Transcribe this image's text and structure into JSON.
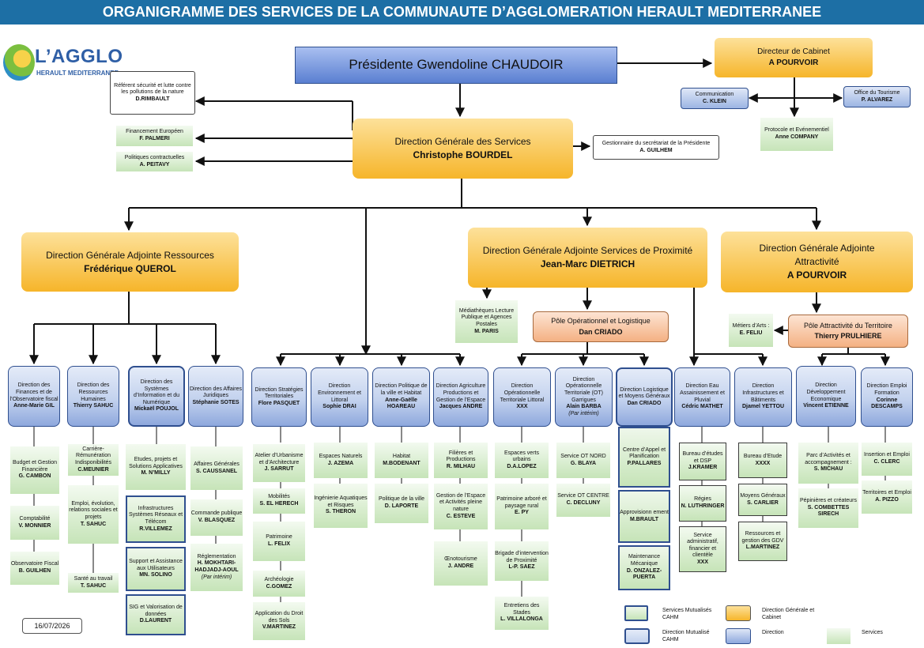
{
  "header": {
    "title": "ORGANIGRAMME DES SERVICES DE LA COMMUNAUTE D’AGGLOMERATION HERAULT MEDITERRANEE"
  },
  "logo": {
    "name": "L’AGGLO",
    "subtitle": "HERAULT MEDITERRANEE"
  },
  "colors": {
    "header": "#1d6fa5",
    "gold": "#f6b52a",
    "blue": "#8ea8dd",
    "green": "#c6e4b8",
    "peach": "#f4b183",
    "border_blue": "#2f4f8f"
  },
  "top": {
    "president": {
      "label": "Présidente Gwendoline CHAUDOIR"
    },
    "cabinet": {
      "title": "Directeur de Cabinet",
      "name": "A POURVOIR"
    },
    "communication": {
      "title": "Communication",
      "name": "C. KLEIN"
    },
    "tourisme": {
      "title": "Office du Tourisme",
      "name": "P. ALVAREZ"
    },
    "protocole": {
      "title": "Protocole et Evénementiel",
      "name": "Anne COMPANY"
    },
    "securite": {
      "title": "Référent sécurité et lutte contre les pollutions de la nature",
      "name": "D.RIMBAULT"
    },
    "financement": {
      "title": "Financement Européen",
      "name": "F. PALMERI"
    },
    "politiques": {
      "title": "Politiques contractuelles",
      "name": "A. PEITAVY"
    },
    "dgs": {
      "title": "Direction Générale des Services",
      "name": "Christophe BOURDEL"
    },
    "secretariat": {
      "title": "Gestionnaire du secrétariat de la Présidente",
      "name": "A. GUILHEM"
    }
  },
  "dga": {
    "ressources": {
      "title": "Direction Générale Adjointe Ressources",
      "name": "Frédérique QUEROL"
    },
    "proximite": {
      "title": "Direction Générale Adjointe Services de Proximité",
      "name": "Jean-Marc DIETRICH"
    },
    "attractivite": {
      "title": "Direction Générale Adjointe Attractivité",
      "name": "A POURVOIR"
    }
  },
  "poles": {
    "mediatheques": {
      "title": "Médiathèques Lecture Publique et Agences Postales",
      "name": "M. PARIS"
    },
    "operationnel": {
      "title": "Pôle Opérationnel et Logistique",
      "name": "Dan CRIADO"
    },
    "metiers": {
      "title": "Métiers d’Arts :",
      "name": "E. FELIU"
    },
    "attractivite": {
      "title": "Pôle Attractivité du Territoire",
      "name": "Thierry PRULHIERE"
    }
  },
  "directions": [
    {
      "title": "Direction des Finances et de l’Observatoire fiscal",
      "name": "Anne-Marie GIL",
      "sub": ""
    },
    {
      "title": "Direction des Ressources Humaines",
      "name": "Thierry SAHUC",
      "sub": ""
    },
    {
      "title": "Direction des Systèmes d’Information et du Numérique",
      "name": "Mickaël POUJOL",
      "sub": ""
    },
    {
      "title": "Direction des Affaires Juridiques",
      "name": "Stéphanie SOTES",
      "sub": ""
    },
    {
      "title": "Direction Stratégies Territoriales",
      "name": "Flore PASQUET",
      "sub": ""
    },
    {
      "title": "Direction Environnement et Littoral",
      "name": "Sophie DRAI",
      "sub": ""
    },
    {
      "title": "Direction Politique de la ville et Habitat",
      "name": "Anne-Gaëlle HOAREAU",
      "sub": ""
    },
    {
      "title": "Direction Agriculture Productions et Gestion de l’Espace",
      "name": "Jacques ANDRE",
      "sub": ""
    },
    {
      "title": "Direction Opérationnelle Territoriale Littoral",
      "name": "XXX",
      "sub": ""
    },
    {
      "title": "Direction Opérationnelle Territoriale (OT) Garrigues",
      "name": "Alain BARBA",
      "sub": "(Par intérim)"
    },
    {
      "title": "Direction Logistique et Moyens Généraux",
      "name": "Dan CRIADO",
      "sub": ""
    },
    {
      "title": "Direction Eau Assainissement et Pluvial",
      "name": "Cédric MATHET",
      "sub": ""
    },
    {
      "title": "Direction Infrastructures et Bâtiments",
      "name": "Djamel YETTOU",
      "sub": ""
    },
    {
      "title": "Direction Développement Economique",
      "name": "Vincent ETIENNE",
      "sub": ""
    },
    {
      "title": "Direction Emploi Formation",
      "name": "Corinne DESCAMPS",
      "sub": ""
    }
  ],
  "services": [
    {
      "title": "Budget et Gestion Financière",
      "name": "G. CAMBON",
      "sub": ""
    },
    {
      "title": "Comptabilité",
      "name": "V. MONNIER",
      "sub": ""
    },
    {
      "title": "Observatoire Fiscal",
      "name": "B. GUILHEN",
      "sub": ""
    },
    {
      "title": "Carrière- Rémunération Indisponibilités",
      "name": "C.MEUNIER",
      "sub": ""
    },
    {
      "title": "Emploi, évolution, relations sociales et projets",
      "name": "T. SAHUC",
      "sub": ""
    },
    {
      "title": "Santé au travail",
      "name": "T. SAHUC",
      "sub": ""
    },
    {
      "title": "Etudes, projets et Solutions Applicatives",
      "name": "M. N’MILLY",
      "sub": ""
    },
    {
      "title": "Infrastructures Systèmes Réseaux et Télécom",
      "name": "R.VILLEMEZ",
      "sub": ""
    },
    {
      "title": "Support et Assistance aux Utilisateurs",
      "name": "MN. SOLINO",
      "sub": ""
    },
    {
      "title": "SIG et Valorisation de données",
      "name": "D.LAURENT",
      "sub": ""
    },
    {
      "title": "Affaires Générales",
      "name": "S. CAUSSANEL",
      "sub": ""
    },
    {
      "title": "Commande publique",
      "name": "V. BLASQUEZ",
      "sub": ""
    },
    {
      "title": "Réglementation",
      "name": "H. MOKHTARI- HADJADJ-AOUL",
      "sub": "(Par intérim)"
    },
    {
      "title": "Atelier d’Urbanisme et d’Architecture",
      "name": "J. SARRUT",
      "sub": ""
    },
    {
      "title": "Mobilités",
      "name": "S. EL HERECH",
      "sub": ""
    },
    {
      "title": "Patrimoine",
      "name": "L. FELIX",
      "sub": ""
    },
    {
      "title": "Archéologie",
      "name": "C.GOMEZ",
      "sub": ""
    },
    {
      "title": "Application du Droit des Sols",
      "name": "V.MARTINEZ",
      "sub": ""
    },
    {
      "title": "Espaces Naturels",
      "name": "J. AZEMA",
      "sub": ""
    },
    {
      "title": "Ingénierie Aquatiques et Risques",
      "name": "S. THERON",
      "sub": ""
    },
    {
      "title": "Habitat",
      "name": "M.BODENANT",
      "sub": ""
    },
    {
      "title": "Politique de la ville",
      "name": "D. LAPORTE",
      "sub": ""
    },
    {
      "title": "Filières et Productions",
      "name": "R. MILHAU",
      "sub": ""
    },
    {
      "title": "Gestion de l’Espace et Activités pleine nature",
      "name": "C. ESTEVE",
      "sub": ""
    },
    {
      "title": "Œnotourisme",
      "name": "J. ANDRE",
      "sub": ""
    },
    {
      "title": "Espaces verts urbains",
      "name": "D.A.LOPEZ",
      "sub": ""
    },
    {
      "title": "Patrimoine arboré et paysage rural",
      "name": "E. PY",
      "sub": ""
    },
    {
      "title": "Brigade d’intervention de Proximité",
      "name": "L-P. SAEZ",
      "sub": ""
    },
    {
      "title": "Entretiens des Stades",
      "name": "L. VILLALONGA",
      "sub": ""
    },
    {
      "title": "Service OT NORD",
      "name": "G. BLAYA",
      "sub": ""
    },
    {
      "title": "Service OT CENTRE",
      "name": "C. DECLUNY",
      "sub": ""
    },
    {
      "title": "Centre d’Appel et Planification",
      "name": "P.PALLARES",
      "sub": ""
    },
    {
      "title": "Approvisionn ement",
      "name": "M.BRAULT",
      "sub": ""
    },
    {
      "title": "Maintenance Mécanique",
      "name": "D. ONZALEZ- PUERTA",
      "sub": ""
    },
    {
      "title": "Bureau d’études et DSP",
      "name": "J.KRAMER",
      "sub": ""
    },
    {
      "title": "Régies",
      "name": "N. LUTHRINGER",
      "sub": ""
    },
    {
      "title": "Service administratif, financier et clientèle",
      "name": "XXX",
      "sub": ""
    },
    {
      "title": "Bureau d’Etude",
      "name": "XXXX",
      "sub": ""
    },
    {
      "title": "Moyens Généraux",
      "name": "S. CARLIER",
      "sub": ""
    },
    {
      "title": "Ressources et gestion des GDV",
      "name": "L.MARTINEZ",
      "sub": ""
    },
    {
      "title": "Parc d’Activités et accompagnement :",
      "name": "S. MICHAU",
      "sub": ""
    },
    {
      "title": "Pépinières et créateurs",
      "name": "S. COMBETTES SIRECH",
      "sub": ""
    },
    {
      "title": "Insertion et Emploi",
      "name": "C. CLERC",
      "sub": ""
    },
    {
      "title": "Territoires et Emploi",
      "name": "A. PIZZO",
      "sub": ""
    }
  ],
  "footer": {
    "date": "16/07/2026"
  },
  "legend": {
    "mutualises": "Services Mutualisés CAHM",
    "direction_generale": "Direction Générale et Cabinet",
    "direction_mutualise": "Direction Mutualisé CAHM",
    "direction": "Direction",
    "services": "Services"
  }
}
